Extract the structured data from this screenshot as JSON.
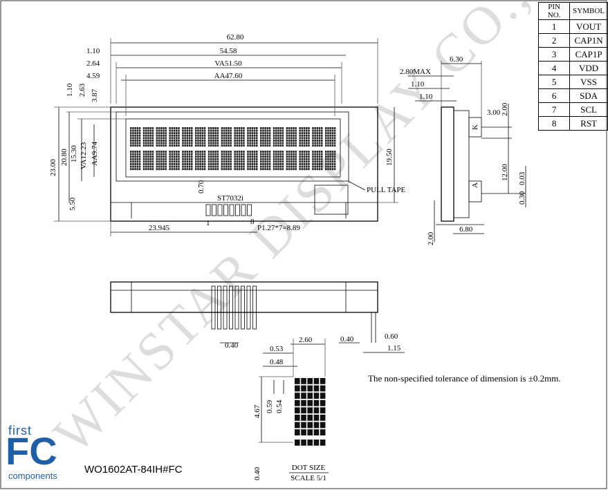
{
  "watermark": "WINSTAR DISPLAY CO., LTD",
  "pin_table": {
    "headers": [
      "PIN NO.",
      "SYMBOL"
    ],
    "rows": [
      [
        "1",
        "VOUT"
      ],
      [
        "2",
        "CAP1N"
      ],
      [
        "3",
        "CAP1P"
      ],
      [
        "4",
        "VDD"
      ],
      [
        "5",
        "VSS"
      ],
      [
        "6",
        "SDA"
      ],
      [
        "7",
        "SCL"
      ],
      [
        "8",
        "RST"
      ]
    ]
  },
  "front_view": {
    "dims_top": [
      "62.80",
      "1.10",
      "54.58",
      "2.64",
      "VA51.50",
      "4.59",
      "AA47.60"
    ],
    "dims_left": [
      "1.10",
      "2.63",
      "3.87",
      "23.00",
      "20.80",
      "15.30",
      "VA12.23",
      "AA9.74",
      "5.50",
      "0.70"
    ],
    "dims_right": "19.50",
    "dims_bottom": [
      "23.945",
      "P1.27*7=8.89"
    ],
    "controller": "ST7032i",
    "pin_first": "1",
    "pin_last": "8",
    "pull_tape": "PULL TAPE"
  },
  "side_view": {
    "dims": [
      "6.30",
      "2.80MAX",
      "1.10",
      "1.10",
      "3.00",
      "2.00",
      "12.00",
      "0.30",
      "0.03",
      "2.00",
      "6.80"
    ],
    "markers": [
      "K",
      "A"
    ]
  },
  "bottom_view": {
    "dims": [
      "0.40",
      "0.40",
      "0.60",
      "1.15"
    ]
  },
  "dot_size": {
    "dims_top": [
      "0.53",
      "2.60",
      "0.48"
    ],
    "dims_left": [
      "4.67",
      "0.59",
      "0.54",
      "0.40"
    ],
    "title": "DOT SIZE",
    "scale": "SCALE 5/1"
  },
  "tolerance_note": "The non-specified tolerance of dimension is ±0.2mm.",
  "logo": {
    "top": "first",
    "main": "FC",
    "bottom": "components"
  },
  "part_number": "WO1602AT-84IH#FC"
}
